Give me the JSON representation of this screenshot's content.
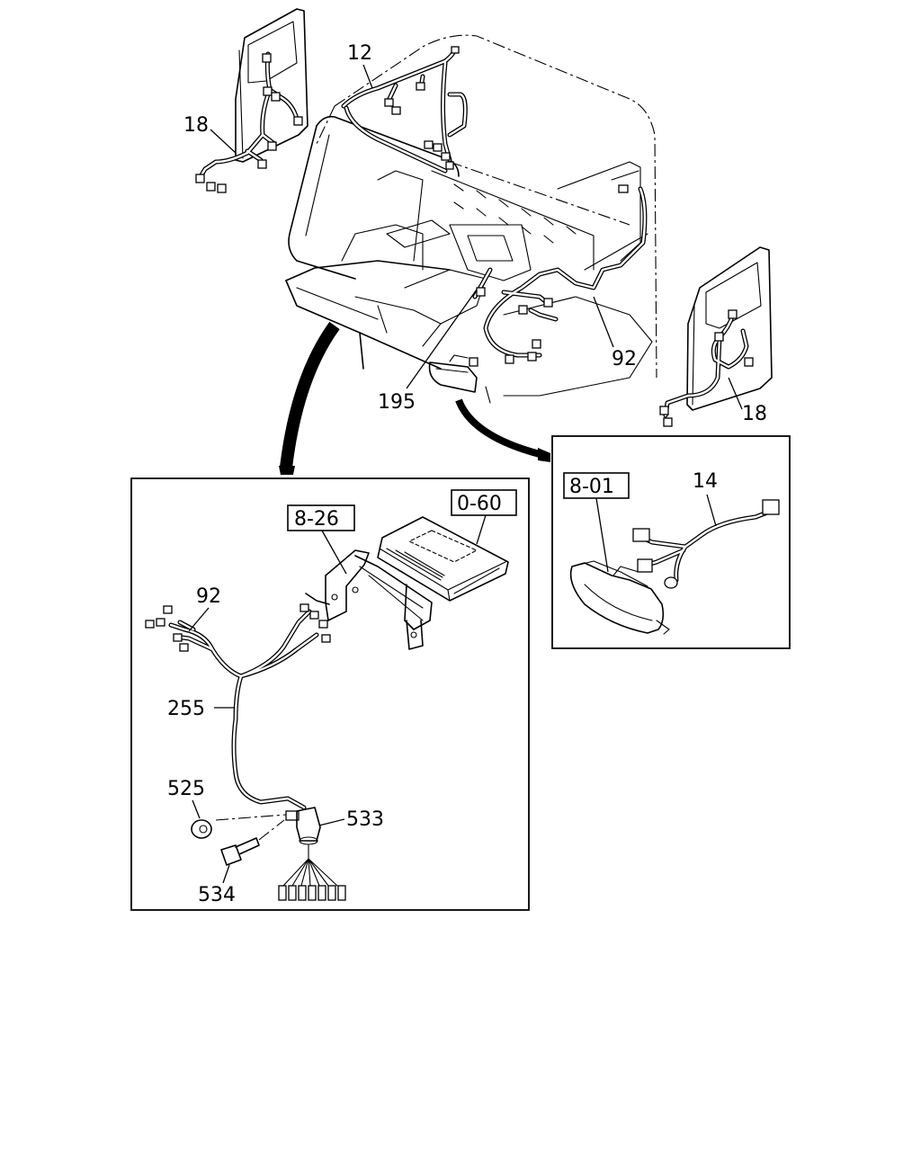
{
  "callouts": {
    "c12": "12",
    "c18_left": "18",
    "c18_right": "18",
    "c92_top": "92",
    "c195": "195",
    "c14": "14",
    "c92_inset": "92",
    "c255": "255",
    "c525": "525",
    "c533": "533",
    "c534": "534"
  },
  "references": {
    "ref_8_26": "8-26",
    "ref_0_60": "0-60",
    "ref_8_01": "8-01"
  }
}
